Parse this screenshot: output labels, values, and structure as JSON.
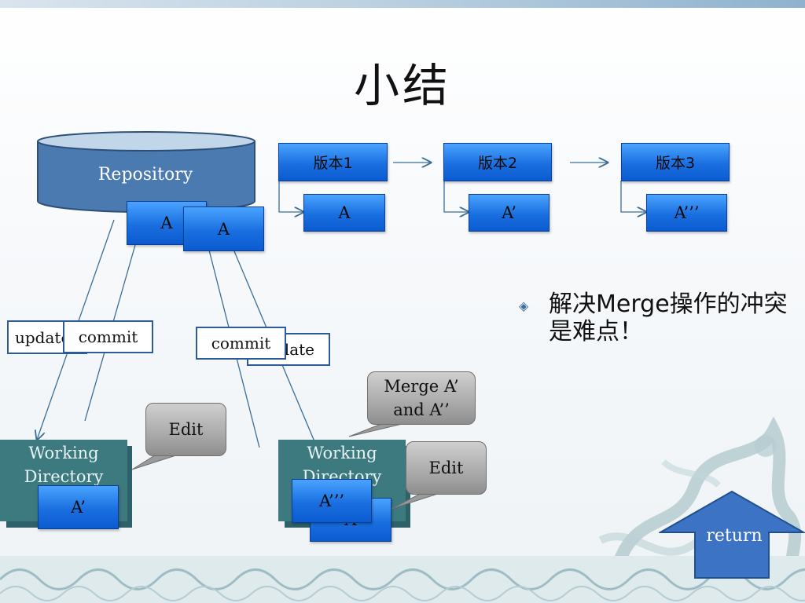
{
  "title": "小结",
  "repository": {
    "label": "Repository"
  },
  "repo_files": [
    "A",
    "A"
  ],
  "versions": [
    {
      "label": "版本1",
      "file": "A"
    },
    {
      "label": "版本2",
      "file": "A’"
    },
    {
      "label": "版本3",
      "file": "A’’’"
    }
  ],
  "left_ops": {
    "update": "update",
    "commit": "commit"
  },
  "right_ops": {
    "commit": "commit",
    "update": "update"
  },
  "working_dirs": [
    {
      "label": "Working Directory",
      "file": "A’"
    },
    {
      "label": "Working Directory",
      "file_back": "A",
      "file_front": "A’’’"
    }
  ],
  "callouts": {
    "edit_left": "Edit",
    "merge": "Merge A’ and A’’",
    "edit_right": "Edit"
  },
  "bullet": "解决Merge操作的冲突是难点！",
  "return_button": "return",
  "colors": {
    "accent_blue": "#1a6fe0",
    "working_dir": "#3d7a80",
    "repo": "#4a7ab0",
    "arrow": "#3a6e98"
  }
}
